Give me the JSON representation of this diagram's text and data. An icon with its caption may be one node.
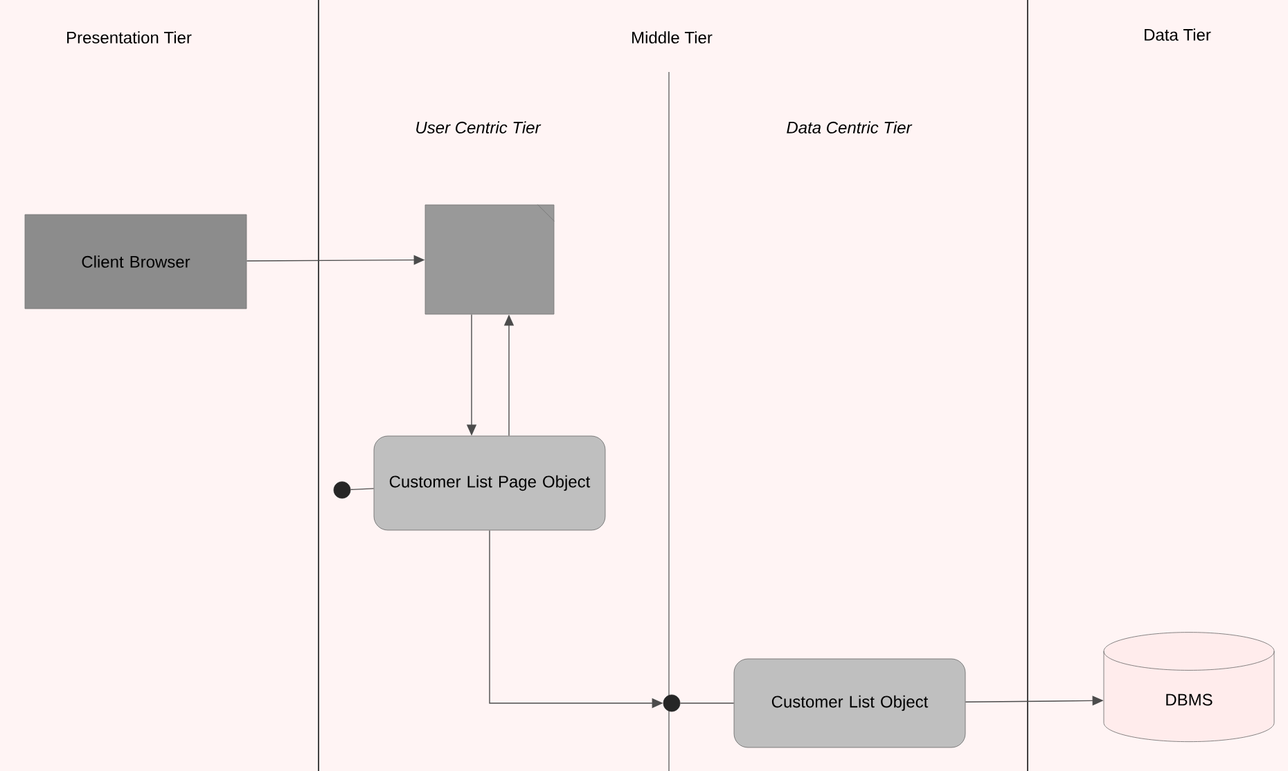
{
  "diagram": {
    "nodes": [
      {
        "text": [
          "Client Browser"
        ]
      },
      {
        "text": [],
        "shape": "box"
      },
      {
        "text": [
          "Customer List Page Object"
        ]
      },
      {
        "text": [],
        "shape": "circle"
      },
      {
        "text": [],
        "shape": "circle"
      },
      {
        "text": [
          "Customer List Object"
        ]
      },
      {
        "text": [
          "DBMS"
        ]
      }
    ],
    "edges": [
      {
        "from": 0,
        "to": 1,
        "arrow": "to"
      },
      {
        "from": 1,
        "to": 2,
        "arrow": "to"
      },
      {
        "from": 2,
        "to": 1,
        "arrow": "to"
      },
      {
        "from": 2,
        "to": 3,
        "arrow": "none"
      },
      {
        "from": 2,
        "to": 4,
        "arrow": "to"
      },
      {
        "from": 4,
        "to": 5,
        "arrow": "none"
      },
      {
        "from": 5,
        "to": 6,
        "arrow": "to"
      }
    ],
    "labels": [
      "Presentation Tier",
      "Middle Tier",
      "Data Tier",
      "User Centric Tier",
      "Data Centric Tier"
    ]
  }
}
